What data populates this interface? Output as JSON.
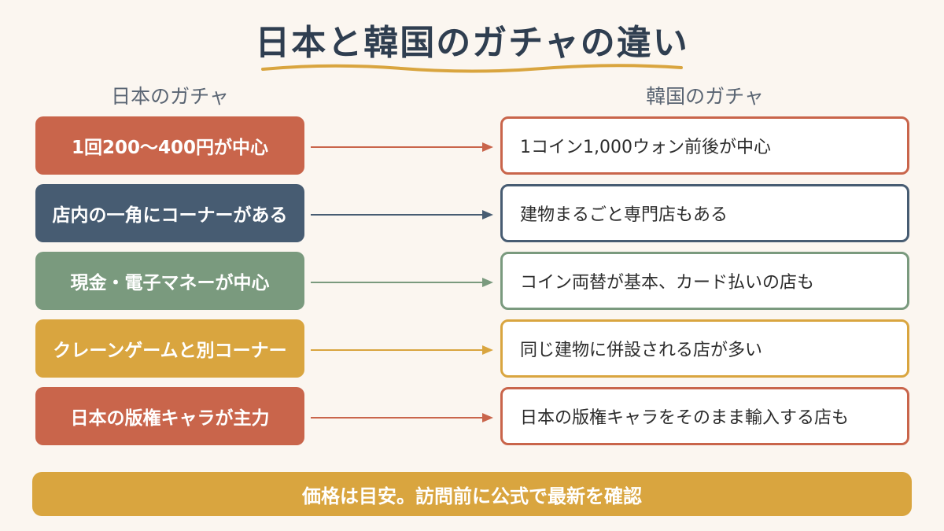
{
  "title": "日本と韓国のガチャの違い",
  "left_heading": "日本のガチャ",
  "right_heading": "韓国のガチャ",
  "rows": [
    {
      "left": "1回200～400円が中心",
      "right": "1コイン1,000ウォン前後が中心",
      "color": "#c9654b"
    },
    {
      "left": "店内の一角にコーナーがある",
      "right": "建物まるごと専門店もある",
      "color": "#475c72"
    },
    {
      "left": "現金・電子マネーが中心",
      "right": "コイン両替が基本、カード払いの店も",
      "color": "#7a9a7e"
    },
    {
      "left": "クレーンゲームと別コーナー",
      "right": "同じ建物に併設される店が多い",
      "color": "#d9a53f"
    },
    {
      "left": "日本の版権キャラが主力",
      "right": "日本の版権キャラをそのまま輸入する店も",
      "color": "#c9654b"
    }
  ],
  "footer": "価格は目安。訪問前に公式で最新を確認",
  "colors": {
    "title": "#2f3e50",
    "underline": "#d9a53f",
    "background": "#fbf6f0"
  }
}
